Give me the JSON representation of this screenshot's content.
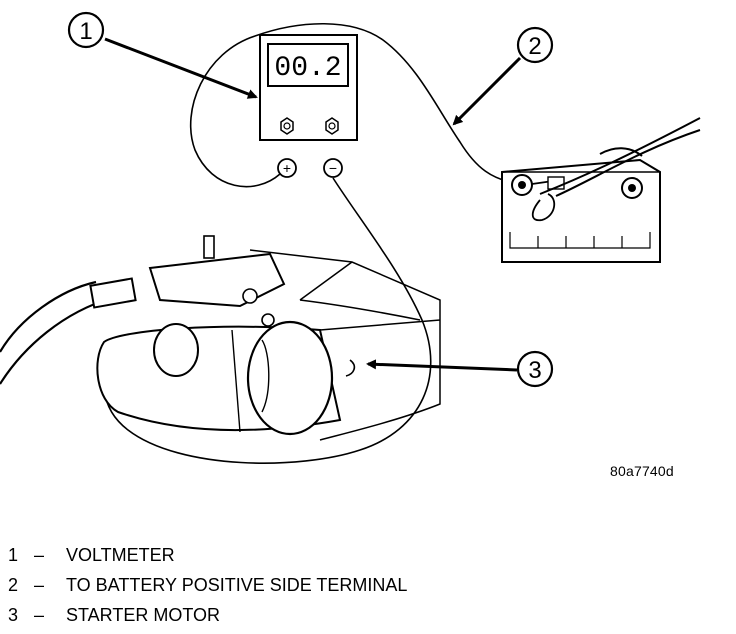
{
  "figure_id": "80a7740d",
  "meter_readout": "00.2",
  "meter_terminals": {
    "positive": "+",
    "negative": "−"
  },
  "callouts": [
    {
      "number": "1",
      "label": "VOLTMETER"
    },
    {
      "number": "2",
      "label": "TO BATTERY POSITIVE SIDE TERMINAL"
    },
    {
      "number": "3",
      "label": "STARTER MOTOR"
    }
  ],
  "legend_separator": "–"
}
